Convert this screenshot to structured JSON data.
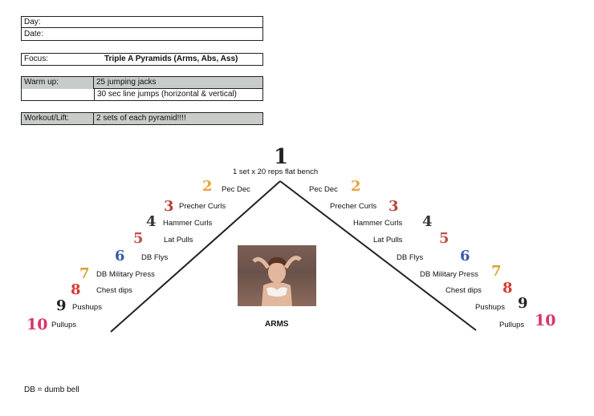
{
  "header": {
    "day_label": "Day:",
    "date_label": "Date:",
    "focus_label": "Focus:",
    "focus_value": "Triple A Pyramids (Arms, Abs, Ass)",
    "warmup_label": "Warm up:",
    "warmup_items": [
      "25 jumping jacks",
      "30 sec line jumps (horizontal & vertical)"
    ],
    "workout_label": "Workout/Lift:",
    "workout_value": "2 sets of each pyramid!!!!"
  },
  "pyramid": {
    "apex_number": "1",
    "apex_label": "1 set x 20 reps flat bench",
    "caption": "ARMS",
    "left": [
      {
        "n": "2",
        "label": "Pec Dec",
        "color": "#e8a23a"
      },
      {
        "n": "3",
        "label": "Precher Curls",
        "color": "#b8433a"
      },
      {
        "n": "4",
        "label": "Hammer Curls",
        "color": "#333333"
      },
      {
        "n": "5",
        "label": "Lat Pulls",
        "color": "#c0504d"
      },
      {
        "n": "6",
        "label": "DB Flys",
        "color": "#3c5aa6"
      },
      {
        "n": "7",
        "label": "DB Military Press",
        "color": "#d9a030"
      },
      {
        "n": "8",
        "label": "Chest dips",
        "color": "#d83a30"
      },
      {
        "n": "9",
        "label": "Pushups",
        "color": "#222222"
      },
      {
        "n": "10",
        "label": "Pullups",
        "color": "#d8336a"
      }
    ],
    "right": [
      {
        "n": "2",
        "label": "Pec Dec",
        "color": "#e8a23a"
      },
      {
        "n": "3",
        "label": "Precher Curls",
        "color": "#b8433a"
      },
      {
        "n": "4",
        "label": "Hammer Curls",
        "color": "#333333"
      },
      {
        "n": "5",
        "label": "Lat Pulls",
        "color": "#c0504d"
      },
      {
        "n": "6",
        "label": "DB Flys",
        "color": "#3c5aa6"
      },
      {
        "n": "7",
        "label": "DB Military Press",
        "color": "#d9a030"
      },
      {
        "n": "8",
        "label": "Chest dips",
        "color": "#d83a30"
      },
      {
        "n": "9",
        "label": "Pushups",
        "color": "#222222"
      },
      {
        "n": "10",
        "label": "Pullups",
        "color": "#d8336a"
      }
    ]
  },
  "footnote": "DB =  dumb bell"
}
